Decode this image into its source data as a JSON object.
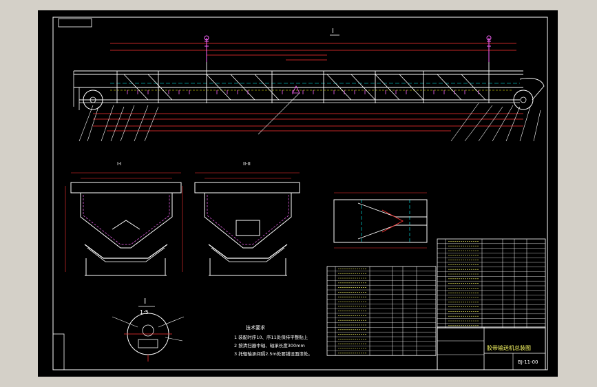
{
  "drawing": {
    "detail_mark_top": "I",
    "detail_title": "I",
    "detail_scale": "1:5",
    "section_left_label": "I-I",
    "section_mid_label": "II-II",
    "title_block_name": "胶带输送机总装图",
    "drawing_number": "BJ-11-00",
    "notes_heading": "技术要求",
    "notes": [
      "1  装配时序10、序11处保持平整贴上",
      "2  按清扫器中轴、轴承长度300mm",
      "3  托辊轴承间隔2.5m处要铺设面漆处。"
    ]
  },
  "colors": {
    "background": "#000000",
    "frame": "#ffffff",
    "primary_line": "#ffffff",
    "dimension": "#ff3333",
    "hidden": "#ffff00",
    "center": "#00ffff",
    "leader": "#ff66ff"
  }
}
